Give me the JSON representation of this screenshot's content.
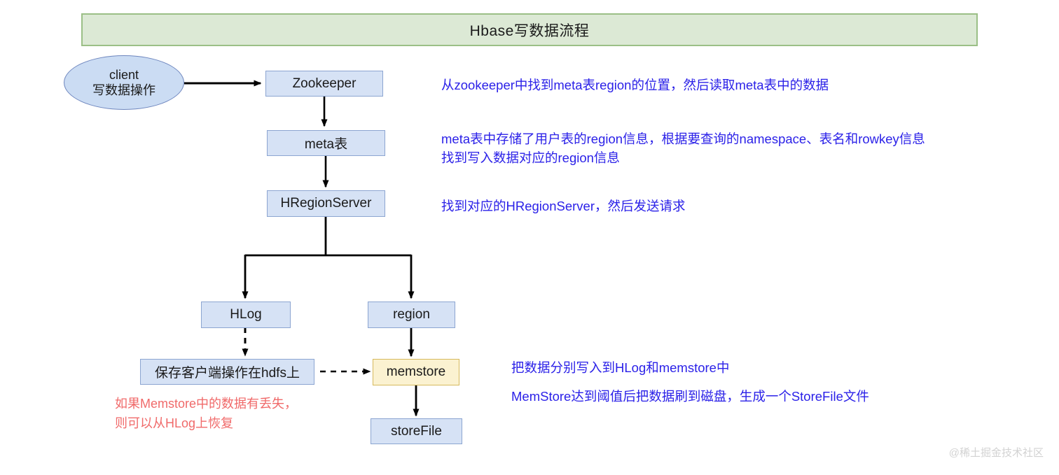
{
  "header": {
    "title": "Hbase写数据流程"
  },
  "nodes": {
    "client": {
      "line1": "client",
      "line2": "写数据操作"
    },
    "zookeeper": {
      "label": "Zookeeper"
    },
    "meta": {
      "label": "meta表"
    },
    "hregionserver": {
      "label": "HRegionServer"
    },
    "hlog": {
      "label": "HLog"
    },
    "region": {
      "label": "region"
    },
    "hdfs": {
      "label": "保存客户端操作在hdfs上"
    },
    "memstore": {
      "label": "memstore"
    },
    "storefile": {
      "label": "storeFile"
    }
  },
  "annotations": {
    "zookeeper_note": "从zookeeper中找到meta表region的位置，然后读取meta表中的数据",
    "meta_note_line1": "meta表中存储了用户表的region信息，根据要查询的namespace、表名和rowkey信息",
    "meta_note_line2": "找到写入数据对应的region信息",
    "hregionserver_note": "找到对应的HRegionServer，然后发送请求",
    "memstore_note": "把数据分别写入到HLog和memstore中",
    "storefile_note": "MemStore达到阈值后把数据刷到磁盘，生成一个StoreFile文件",
    "hlog_recovery_line1": "如果Memstore中的数据有丢失，",
    "hlog_recovery_line2": "则可以从HLog上恢复"
  },
  "watermark": {
    "text": "@稀土掘金技术社区"
  },
  "colors": {
    "header_fill": "#DCE9D5",
    "header_border": "#9BBF86",
    "node_fill": "#D6E2F5",
    "node_border": "#8CA5D1",
    "memstore_fill": "#FBF2D1",
    "memstore_border": "#D6B95C",
    "annotation_blue": "#2B21E8",
    "annotation_red": "#F06A6A",
    "edge": "#000000"
  }
}
